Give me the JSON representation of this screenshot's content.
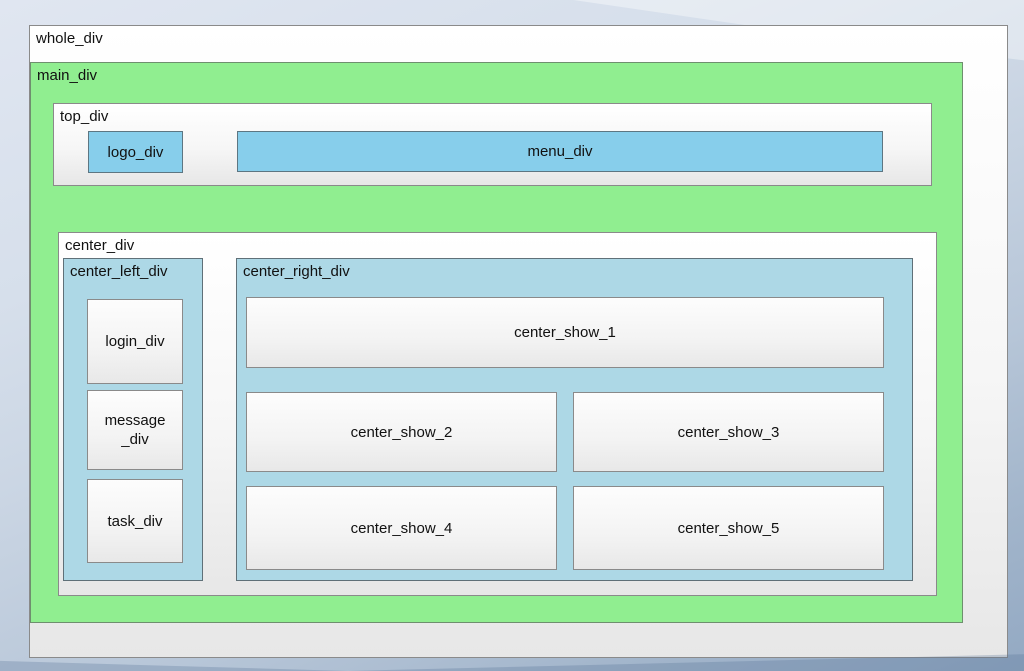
{
  "colors": {
    "main_div_green": "#90ee90",
    "logo_menu_blue": "#87ceeb",
    "center_panel_blue": "#add8e6",
    "panel_border_gray": "#8a8a8a"
  },
  "diagram": {
    "whole": {
      "label": "whole_div"
    },
    "main": {
      "label": "main_div"
    },
    "top": {
      "label": "top_div",
      "logo": {
        "label": "logo_div"
      },
      "menu": {
        "label": "menu_div"
      }
    },
    "center": {
      "label": "center_div",
      "left": {
        "label": "center_left_div",
        "login": {
          "label": "login_div"
        },
        "message": {
          "label_lines": [
            "message",
            "_div"
          ]
        },
        "task": {
          "label": "task_div"
        }
      },
      "right": {
        "label": "center_right_div",
        "shows": [
          {
            "label": "center_show_1"
          },
          {
            "label": "center_show_2"
          },
          {
            "label": "center_show_3"
          },
          {
            "label": "center_show_4"
          },
          {
            "label": "center_show_5"
          }
        ]
      }
    }
  }
}
